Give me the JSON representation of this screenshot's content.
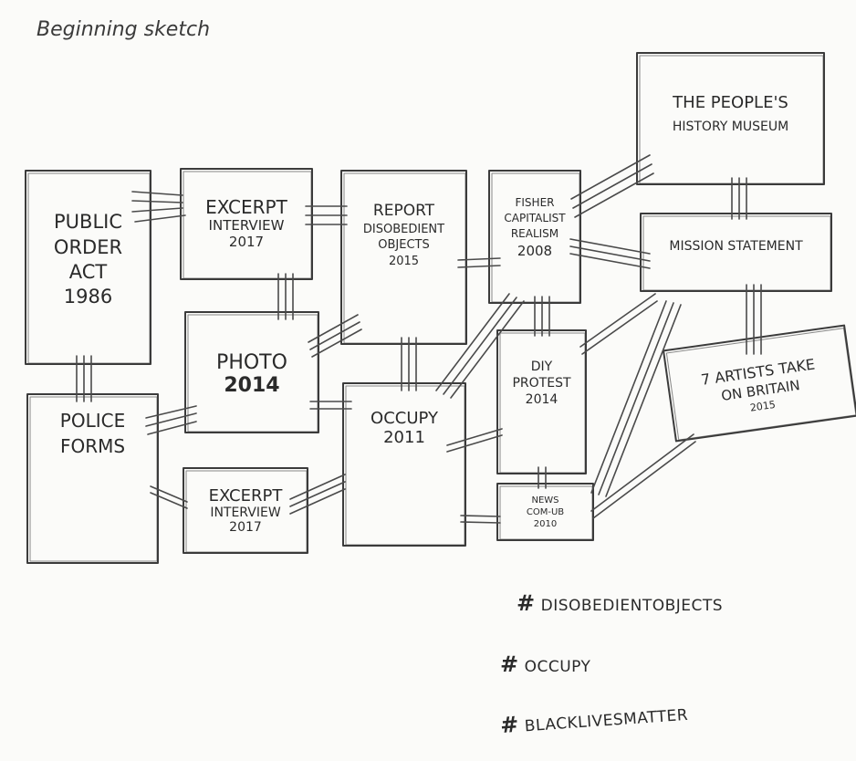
{
  "note": "Beginning sketch",
  "boxes": {
    "public_order_act": {
      "lines": [
        "Public",
        "Order",
        "Act",
        "1986"
      ]
    },
    "police_forms": {
      "lines": [
        "Police",
        "Forms"
      ]
    },
    "excerpt_interview_top": {
      "lines": [
        "Excerpt",
        "Interview",
        "2017"
      ]
    },
    "photo": {
      "lines": [
        "Photo",
        "2014"
      ]
    },
    "excerpt_interview_bottom": {
      "lines": [
        "Excerpt",
        "Interview",
        "2017"
      ]
    },
    "report_disobedient_objects": {
      "lines": [
        "Report",
        "Disobedient",
        "Objects",
        "2015"
      ]
    },
    "occupy": {
      "lines": [
        "Occupy",
        "2011"
      ]
    },
    "fisher_capitalist_realism": {
      "lines": [
        "Fisher",
        "Capitalist",
        "Realism",
        "2008"
      ]
    },
    "diy_protest": {
      "lines": [
        "DIY",
        "Protest",
        "2014"
      ]
    },
    "news_com_ub": {
      "lines": [
        "News",
        "Com-UB",
        "2010"
      ]
    },
    "peoples_history_museum": {
      "lines": [
        "The People's",
        "History Museum"
      ]
    },
    "mission_statement": {
      "lines": [
        "Mission Statement"
      ]
    },
    "seven_artists": {
      "lines": [
        "7 Artists Take",
        "on Britain",
        "2015"
      ]
    }
  },
  "hashtags": [
    "DisobedientObjects",
    "Occupy",
    "BlackLivesMatter"
  ],
  "hash_symbol": "#"
}
